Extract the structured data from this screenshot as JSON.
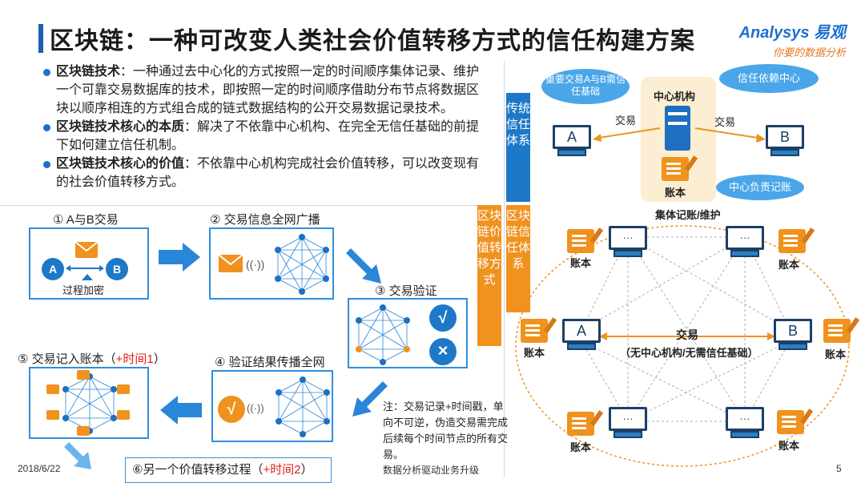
{
  "header": {
    "title": "区块链：一种可改变人类社会价值转移方式的信任构建方案",
    "logo_main": "Analysys 易观",
    "logo_sub": "你要的数据分析"
  },
  "bullets": [
    {
      "term": "区块链技术",
      "text": "：一种通过去中心化的方式按照一定的时间顺序集体记录、维护一个可靠交易数据库的技术，即按照一定的时间顺序借助分布节点将数据区块以顺序相连的方式组合成的链式数据结构的公开交易数据记录技术。"
    },
    {
      "term": "区块链技术核心的本质",
      "text": "：解决了不依靠中心机构、在完全无信任基础的前提下如何建立信任机制。"
    },
    {
      "term": "区块链技术核心的价值",
      "text": "：不依靠中心机构完成社会价值转移，可以改变现有的社会价值转移方式。"
    }
  ],
  "flow": {
    "step1": "① A与B交易",
    "step1_note": "过程加密",
    "node_a": "A",
    "node_b": "B",
    "step2": "② 交易信息全网广播",
    "step3": "③ 交易验证",
    "step4": "④ 验证结果传播全网",
    "step5_prefix": "⑤ 交易记入账本（",
    "step5_red": "+时间1",
    "step5_suffix": "）",
    "step6_prefix": "⑥另一个价值转移过程（",
    "step6_red": "+时间2",
    "step6_suffix": "）",
    "check": "√",
    "cross": "×",
    "note": "注：交易记录+时间戳，单向不可逆，伪造交易需完成后续每个时间节点的所有交易。"
  },
  "traditional": {
    "label": "传统信任体系",
    "center": "中心机构",
    "ledger": "账本",
    "bubble_left": "重要交易A与B需信任基础",
    "bubble_right": "信任依赖中心",
    "bubble_bottom": "中心负责记账",
    "trade_left": "交易",
    "trade_right": "交易",
    "node_a": "A",
    "node_b": "B"
  },
  "blockchain": {
    "label1": "区块链信任体系",
    "label2": "区块链价值转移方式",
    "top_label": "集体记账/维护",
    "ledger": "账本",
    "node_dots": "···",
    "node_a": "A",
    "node_b": "B",
    "trade": "交易",
    "trade_note": "（无中心机构/无需信任基础）"
  },
  "footer": {
    "date": "2018/6/22",
    "center": "数据分析驱动业务升级",
    "page": "5"
  }
}
